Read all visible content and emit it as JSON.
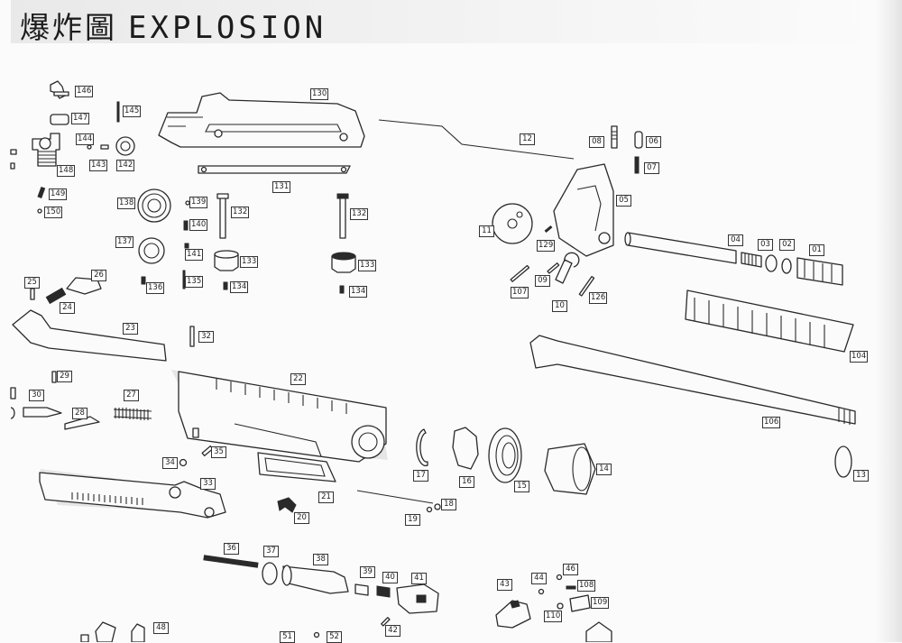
{
  "header": {
    "title_cjk": "爆炸圖",
    "title_en": "EXPLOSION"
  },
  "colors": {
    "line": "#2a2a2a",
    "background": "#fbfbfb",
    "header_band": "#e9e9e9"
  },
  "part_numbers": [
    "146",
    "145",
    "147",
    "144",
    "143",
    "142",
    "148",
    "149",
    "150",
    "130",
    "131",
    "139",
    "138",
    "140",
    "132",
    "137",
    "141",
    "133",
    "136",
    "135",
    "134",
    "132",
    "133",
    "134",
    "12",
    "08",
    "06",
    "07",
    "05",
    "11",
    "129",
    "04",
    "03",
    "02",
    "01",
    "09",
    "107",
    "10",
    "126",
    "104",
    "25",
    "26",
    "24",
    "23",
    "32",
    "29",
    "22",
    "30",
    "28",
    "27",
    "106",
    "35",
    "34",
    "33",
    "17",
    "16",
    "15",
    "14",
    "13",
    "21",
    "18",
    "20",
    "19",
    "36",
    "37",
    "38",
    "39",
    "40",
    "41",
    "42",
    "43",
    "44",
    "46",
    "108",
    "110",
    "109",
    "48",
    "51",
    "52"
  ]
}
